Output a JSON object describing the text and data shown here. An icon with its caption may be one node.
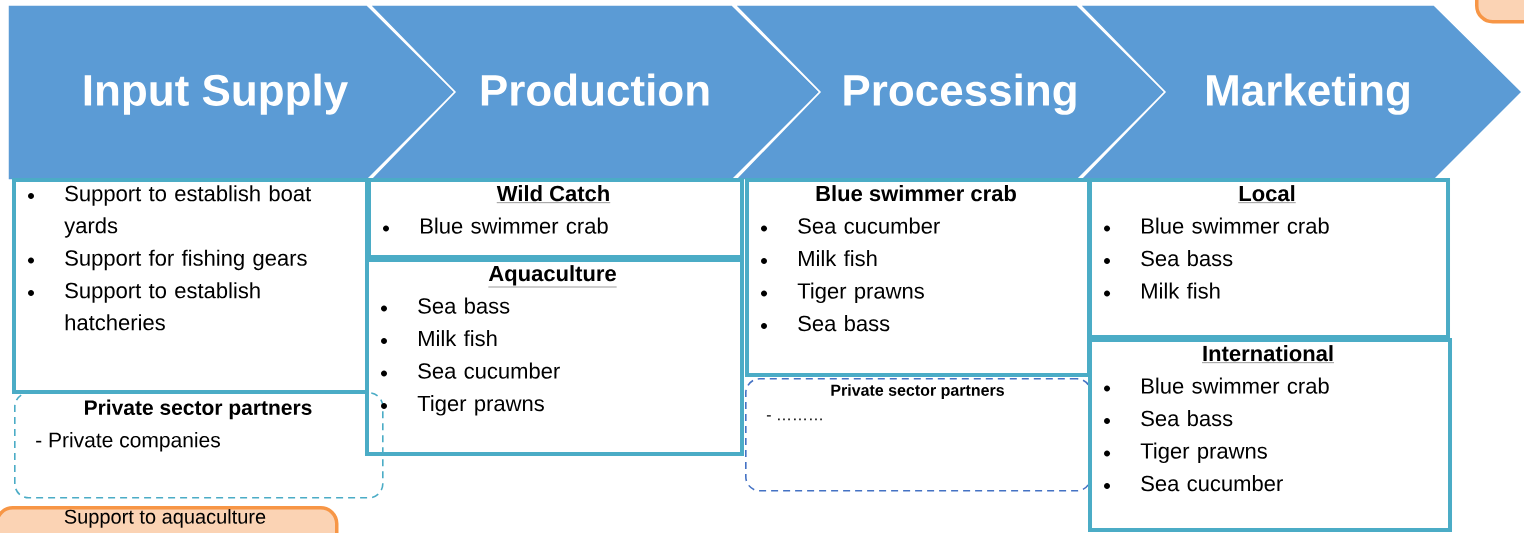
{
  "diagram": {
    "nodes": [
      {
        "text": [
          "Input Supply"
        ]
      },
      {
        "text": [
          "Production"
        ]
      },
      {
        "text": [
          "Processing"
        ]
      },
      {
        "text": [
          "Marketing"
        ]
      },
      {
        "text": [
          "Support to establish boat yards",
          "Support for fishing gears",
          "Support to establish hatcheries"
        ]
      },
      {
        "text": [
          "Private sector partners",
          "- Private companies"
        ]
      },
      {
        "text": [
          "Wild Catch",
          "Blue swimmer crab"
        ]
      },
      {
        "text": [
          "Aquaculture",
          "Sea bass",
          "Milk fish",
          "Sea cucumber",
          "Tiger prawns"
        ]
      },
      {
        "text": [
          "Blue swimmer crab",
          "Sea cucumber",
          "Milk fish",
          "Tiger prawns",
          "Sea bass"
        ]
      },
      {
        "text": [
          "Private sector partners",
          "- ………"
        ]
      },
      {
        "text": [
          "Local",
          "Blue swimmer crab",
          "Sea bass",
          "Milk fish"
        ]
      },
      {
        "text": [
          "International",
          "Blue swimmer crab",
          "Sea bass",
          "Tiger prawns",
          "Sea cucumber"
        ]
      },
      {
        "text": [
          "Support to aquaculture"
        ]
      },
      {
        "text": [],
        "shape": "box"
      }
    ],
    "edges": []
  }
}
